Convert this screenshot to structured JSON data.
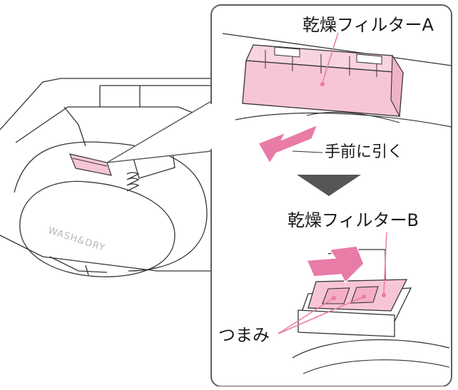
{
  "labels": {
    "filter_a": "乾燥フィルターA",
    "pull": "手前に引く",
    "filter_b": "乾燥フィルターB",
    "knobs": "つまみ"
  },
  "watermark": "WASH&DRY",
  "colors": {
    "filter_pink": "#f7c6d6",
    "arrow_pink": "#e97ba7",
    "outline": "#333333",
    "step_arrow": "#555555",
    "callout_border": "#5f5f5f"
  },
  "icons": [
    "pull-direction-arrow-icon",
    "next-step-arrow-icon",
    "pull-up-arrow-icon"
  ]
}
